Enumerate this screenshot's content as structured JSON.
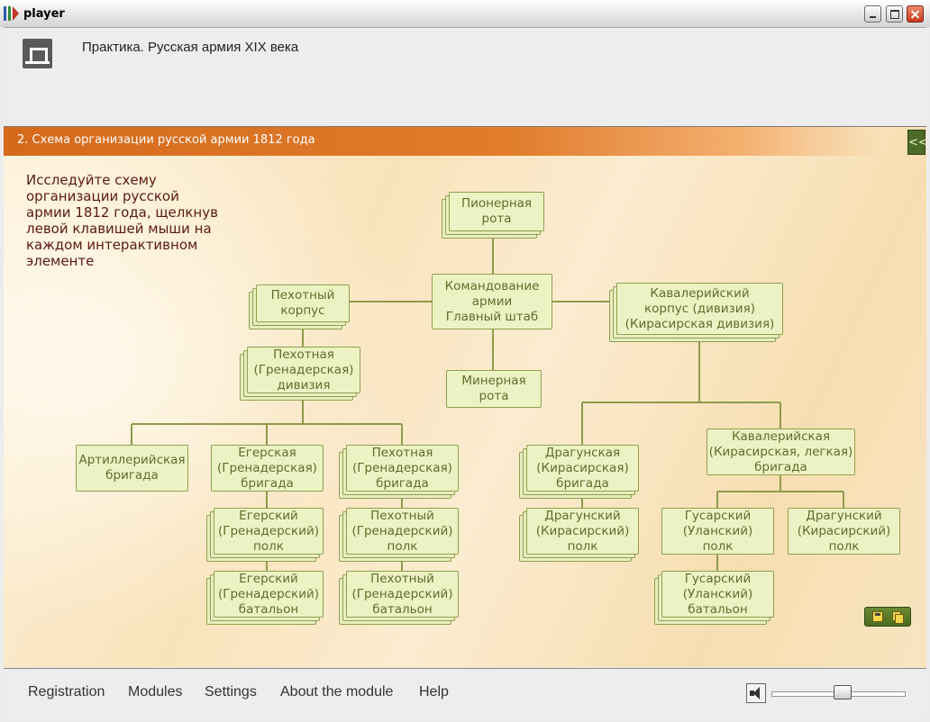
{
  "window": {
    "title": "player",
    "controls": [
      "minimize",
      "maximize",
      "close"
    ]
  },
  "header": {
    "course_title": "Практика. Русская армия XIX века"
  },
  "slide": {
    "title": "2. Схема организации русской армии 1812 года",
    "collapse_label": "<<",
    "instruction": "Исследуйте схему организации русской армии 1812 года, щелкнув левой клавишей мыши на каждом интерактивном элементе"
  },
  "org_chart": {
    "nodes": [
      {
        "id": "command",
        "label": "Командование\nармии\nГлавный штаб",
        "stacked": false
      },
      {
        "id": "pioneer",
        "label": "Пионерная\nрота",
        "stacked": true
      },
      {
        "id": "mine",
        "label": "Минерная\nрота",
        "stacked": false
      },
      {
        "id": "infantry-corps",
        "label": "Пехотный\nкорпус",
        "stacked": true
      },
      {
        "id": "cavalry-corps",
        "label": "Кавалерийский\nкорпус (дивизия)\n(Кирасирская дивизия)",
        "stacked": true
      },
      {
        "id": "infantry-division",
        "label": "Пехотная\n(Гренадерская)\nдивизия",
        "stacked": true
      },
      {
        "id": "artillery-brigade",
        "label": "Артиллерийская\nбригада",
        "stacked": false
      },
      {
        "id": "jager-brigade",
        "label": "Егерская\n(Гренадерская)\nбригада",
        "stacked": false
      },
      {
        "id": "infantry-brigade",
        "label": "Пехотная\n(Гренадерская)\nбригада",
        "stacked": true
      },
      {
        "id": "jager-regiment",
        "label": "Егерский\n(Гренадерский)\nполк",
        "stacked": true
      },
      {
        "id": "infantry-regiment",
        "label": "Пехотный\n(Гренадерский)\nполк",
        "stacked": true
      },
      {
        "id": "jager-battalion",
        "label": "Егерский\n(Гренадерский)\nбатальон",
        "stacked": true
      },
      {
        "id": "infantry-battalion",
        "label": "Пехотный\n(Гренадерский)\nбатальон",
        "stacked": true
      },
      {
        "id": "dragoon-brigade",
        "label": "Драгунская\n(Кирасирская)\nбригада",
        "stacked": true
      },
      {
        "id": "cavalry-brigade",
        "label": "Кавалерийская\n(Кирасирская, легкая)\nбригада",
        "stacked": false
      },
      {
        "id": "dragoon-regiment",
        "label": "Драгунский\n(Кирасирский)\nполк",
        "stacked": true
      },
      {
        "id": "hussar-regiment",
        "label": "Гусарский\n(Уланский)\nполк",
        "stacked": false
      },
      {
        "id": "dragoon-regiment-2",
        "label": "Драгунский\n(Кирасирский)\nполк",
        "stacked": false
      },
      {
        "id": "hussar-battalion",
        "label": "Гусарский\n(Уланский)\nбатальон",
        "stacked": true
      }
    ],
    "line_color": "#8d9b4c"
  },
  "toolbar": {
    "save_icon": "save-icon",
    "copy_icon": "copy-icon"
  },
  "footer": {
    "menu": [
      "Registration",
      "Modules",
      "Settings",
      "About the module",
      "Help"
    ],
    "volume_icon": "speaker-muted-icon",
    "volume_level": 0.5
  },
  "colors": {
    "accent_orange": "#e07c2c",
    "node_fill": "#edf2c5",
    "node_text": "#5b6f2b",
    "instruction_text": "#5a1a12"
  }
}
